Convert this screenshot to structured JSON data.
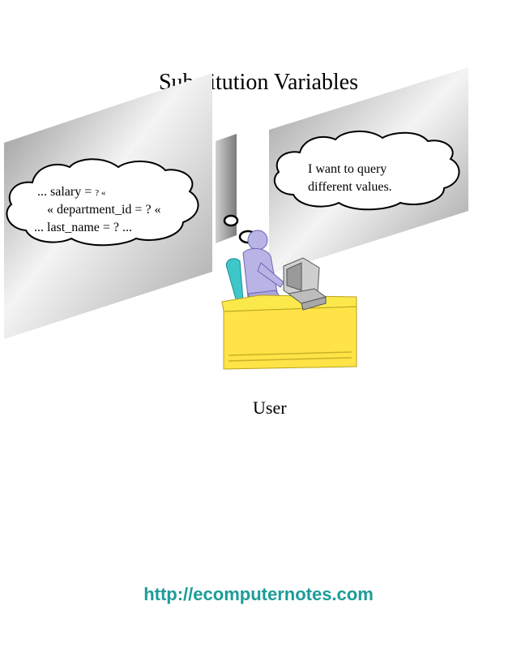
{
  "title": "Substitution Variables",
  "left_bubble": {
    "line1_prefix": "... salary = ",
    "line1_suffix": "? «",
    "line2": "« department_id = ? «",
    "line3": "... last_name = ? ..."
  },
  "right_bubble": {
    "line1": "I want to query",
    "line2": "different values."
  },
  "user_label": "User",
  "footer_link": "http://ecomputernotes.com",
  "colors": {
    "panel_light": "#f2f2f2",
    "panel_dark": "#9a9a9a",
    "desk_top": "#fbe84a",
    "desk_front": "#ffe347",
    "person": "#b9b4e6",
    "chair": "#3fc6c9",
    "link": "#1b9c98"
  }
}
